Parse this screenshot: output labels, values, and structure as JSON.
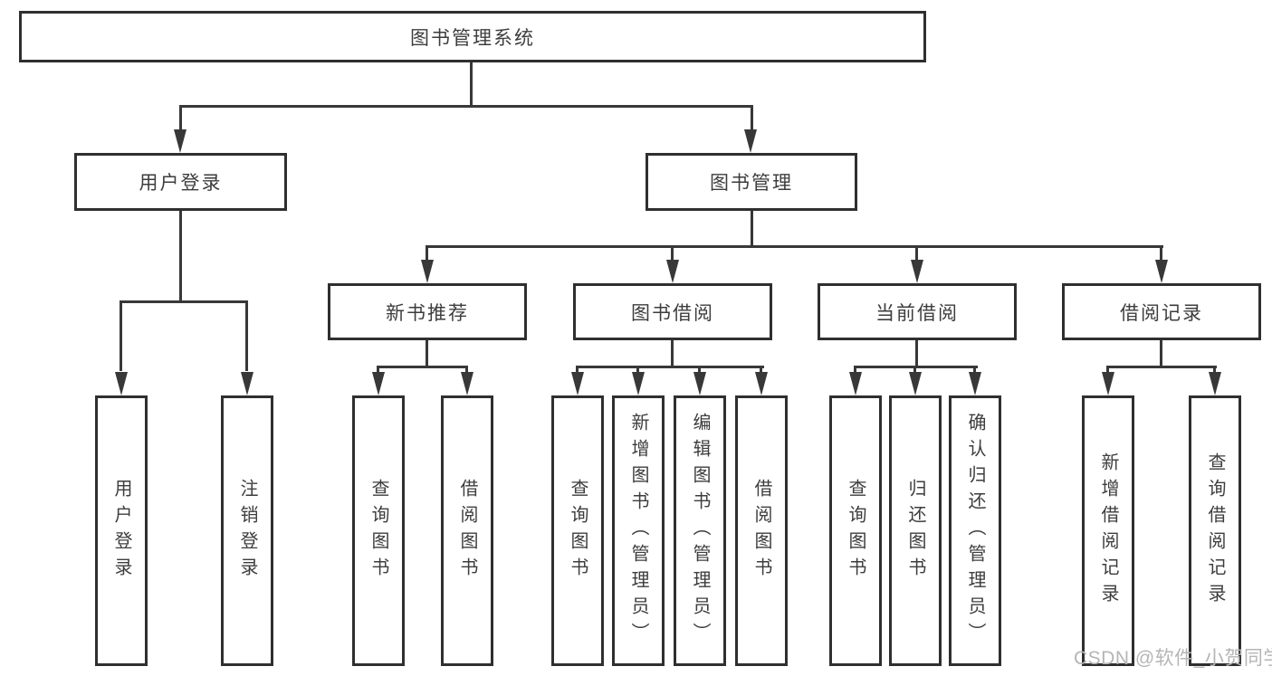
{
  "tree": {
    "label": "图书管理系统",
    "children": [
      {
        "label": "用户登录",
        "children": [
          {
            "label": "用户登录"
          },
          {
            "label": "注销登录"
          }
        ]
      },
      {
        "label": "图书管理",
        "children": [
          {
            "label": "新书推荐",
            "children": [
              {
                "label": "查询图书"
              },
              {
                "label": "借阅图书"
              }
            ]
          },
          {
            "label": "图书借阅",
            "children": [
              {
                "label": "查询图书"
              },
              {
                "label": "新增图书（管理员）"
              },
              {
                "label": "编辑图书（管理员）"
              },
              {
                "label": "借阅图书"
              }
            ]
          },
          {
            "label": "当前借阅",
            "children": [
              {
                "label": "查询图书"
              },
              {
                "label": "归还图书"
              },
              {
                "label": "确认归还（管理员）"
              }
            ]
          },
          {
            "label": "借阅记录",
            "children": [
              {
                "label": "新增借阅记录"
              },
              {
                "label": "查询借阅记录"
              }
            ]
          }
        ]
      }
    ]
  },
  "watermark": {
    "text": "CSDN @软件_小贺同学"
  },
  "colors": {
    "line": "#383838",
    "box_border": "#2f2f2f",
    "text": "#3d3d3d",
    "watermark": "#b5b5b5",
    "background": "#ffffff"
  }
}
